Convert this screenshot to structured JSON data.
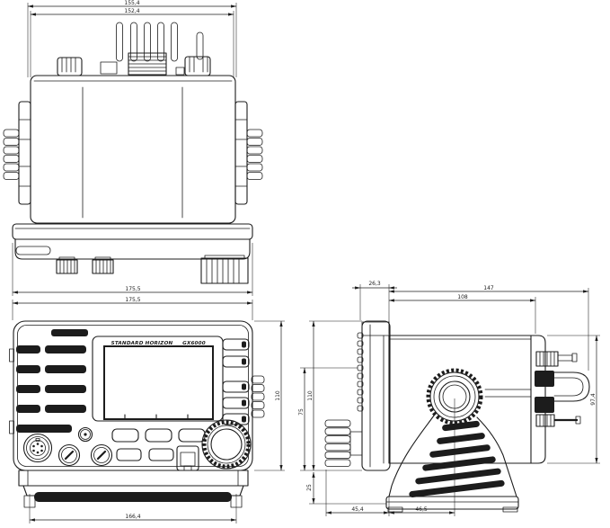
{
  "device": {
    "brand": "STANDARD HORIZON",
    "model": "GX6000"
  },
  "drawing": {
    "type": "technical-dimension-drawing",
    "views": [
      "rear",
      "front",
      "side"
    ],
    "line_color": "#1c1c1c",
    "background_color": "#ffffff",
    "units": "mm"
  },
  "dims": {
    "rear_width_outer": "155,4",
    "rear_width_inner": "152,4",
    "rear_bottom_width": "175,5",
    "front_top_width": "175,5",
    "front_bottom_width": "166,4",
    "front_height": "110",
    "side_top_box": "26,3",
    "side_depth_total": "147",
    "side_depth_body": "108",
    "side_height_front": "110",
    "side_bracket_height": "75",
    "side_base_height": "25",
    "side_height_rear": "97,4",
    "side_base_front": "45,4",
    "side_base_center": "46,5"
  }
}
